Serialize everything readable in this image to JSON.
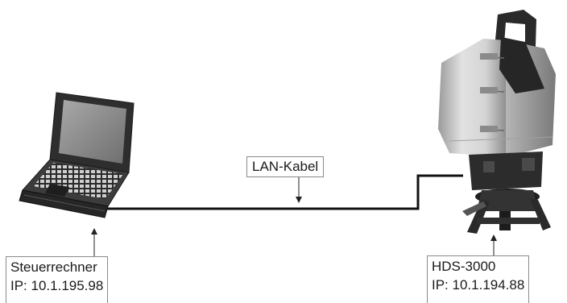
{
  "cable": {
    "label": "LAN-Kabel"
  },
  "computer": {
    "name": "Steuerrechner",
    "ip": "IP: 10.1.195.98",
    "icon": "laptop-icon"
  },
  "scanner": {
    "name": "HDS-3000",
    "ip": "IP: 10.1.194.88",
    "icon": "laser-scanner-icon"
  },
  "colors": {
    "cable": "#111111",
    "scanner_body": "#c9c9c9",
    "scanner_dark": "#2a2a2a",
    "laptop_body": "#3a3a3a",
    "laptop_screen": "#8c8c8c"
  }
}
